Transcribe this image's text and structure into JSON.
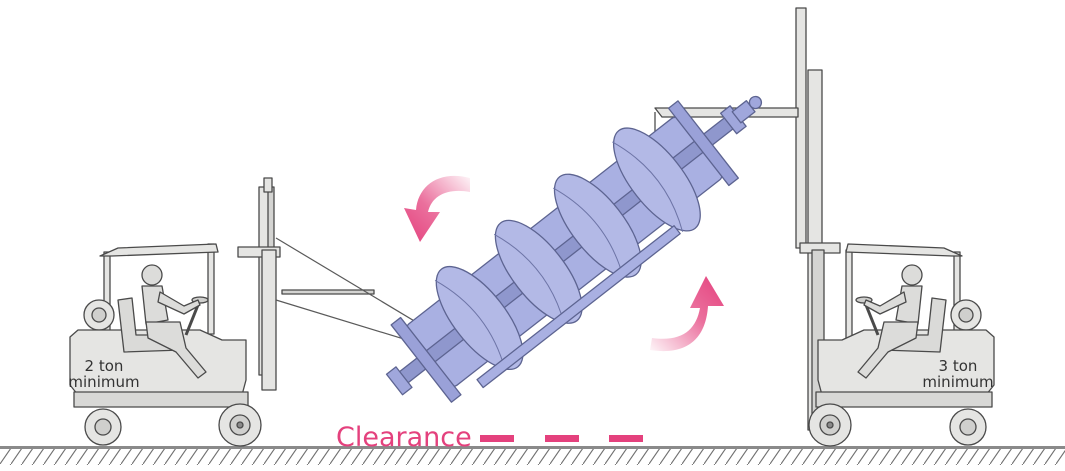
{
  "labels": {
    "left_capacity": [
      "2 ton",
      "minimum"
    ],
    "right_capacity": [
      "3 ton",
      "minimum"
    ],
    "clearance": "Clearance"
  },
  "colors": {
    "accent": "#e4417d",
    "equipment_fill": "#e5e5e3",
    "equipment_stroke": "#4a4a4a",
    "load_fill": "#a9b0e2",
    "load_dark": "#8f97cd",
    "ground_hatch": "#707070"
  },
  "icons": {
    "rotate_down_arrow": "curved-arrow-down-icon",
    "rotate_up_arrow": "curved-arrow-up-icon"
  }
}
